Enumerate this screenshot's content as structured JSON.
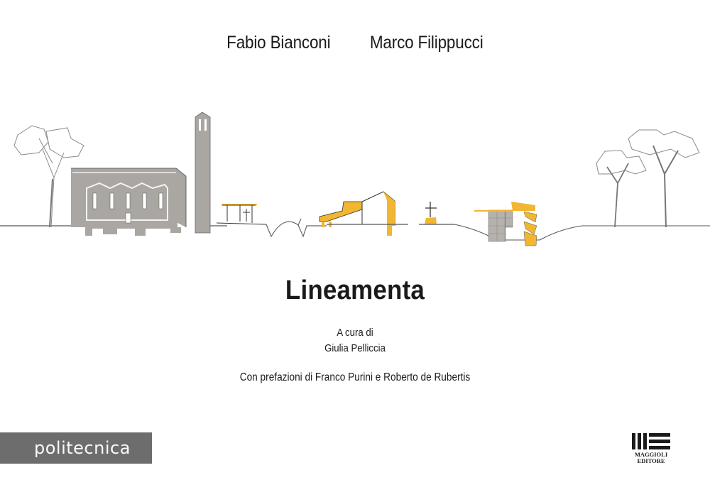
{
  "cover": {
    "authors": [
      "Fabio Bianconi",
      "Marco Filippucci"
    ],
    "title": "Lineamenta",
    "curator_label": "A cura di",
    "curator_name": "Giulia Pelliccia",
    "prefaces": "Con prefazioni di Franco Purini e Roberto de Rubertis",
    "series": "politecnica",
    "publisher_line1": "MAGGIOLI",
    "publisher_line2": "EDITORE"
  },
  "illustration": {
    "description": "Architectural skyline sketch: trees, grey church with bell tower, and yellow-accented modern structures along a ground line",
    "colors": {
      "line": "#3a3a3a",
      "grey_fill": "#aaa6a2",
      "yellow_fill": "#f2b630",
      "tree": "#8a8a8a"
    }
  }
}
